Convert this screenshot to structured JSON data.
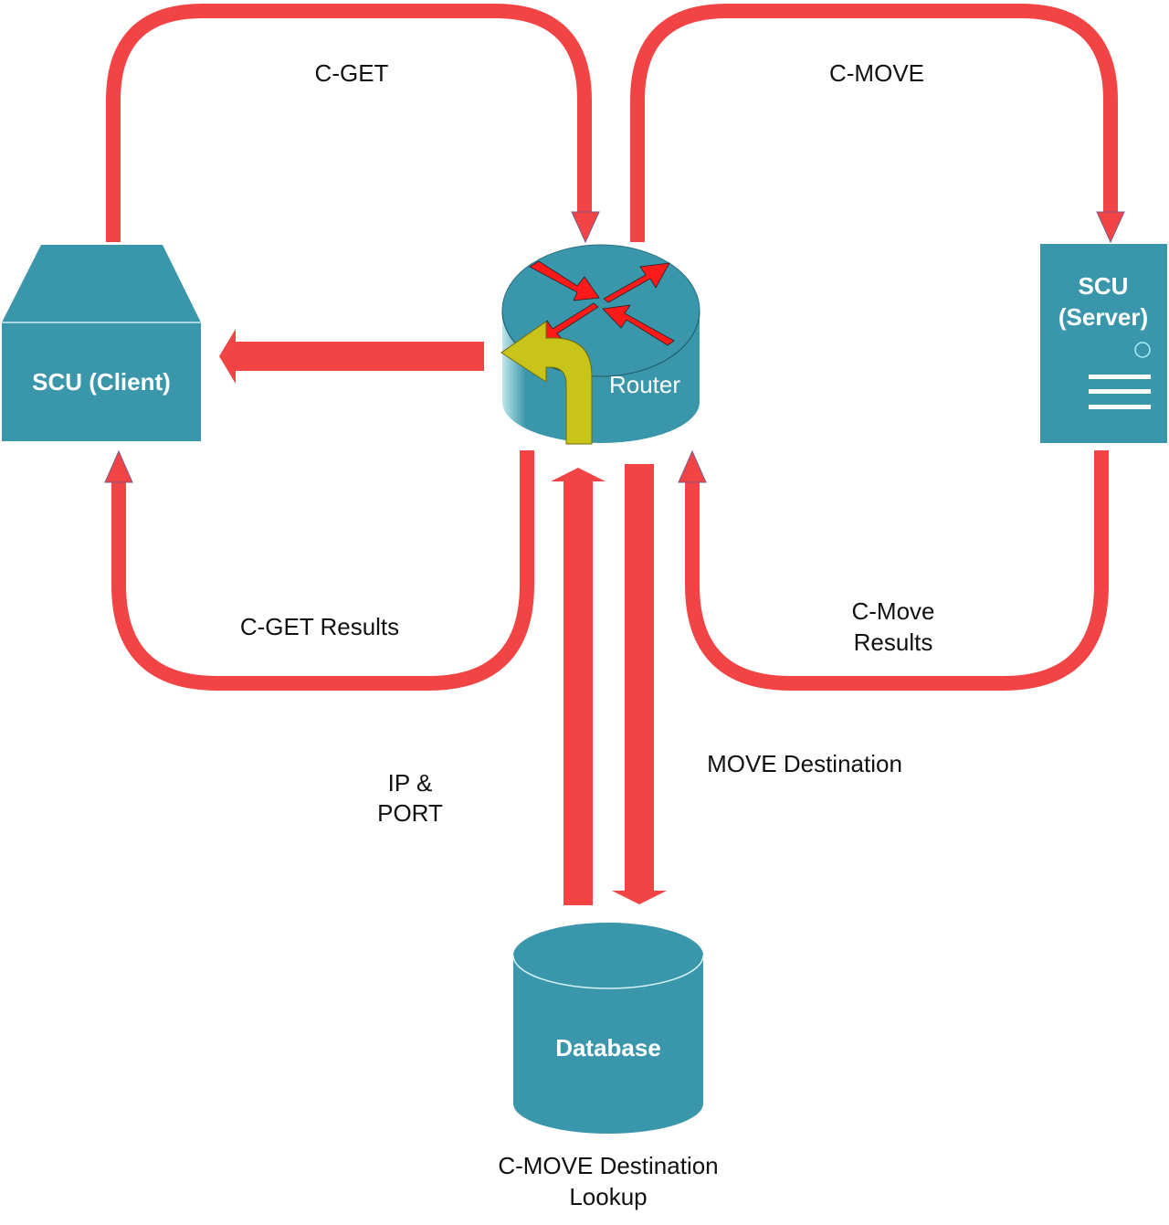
{
  "colors": {
    "node": "#3a96ab",
    "node_dark": "#2e8498",
    "flow": "#f24444",
    "flow_edge": "#7a5a8a",
    "router_arrow": "#ff1a1a",
    "turn_arrow": "#c9c41a",
    "text": "#111111",
    "node_text": "#ffffff"
  },
  "nodes": {
    "client": {
      "label": "SCU (Client)",
      "icon": "workstation-icon"
    },
    "router": {
      "label": "Router",
      "icon": "router-icon"
    },
    "server": {
      "label_line1": "SCU",
      "label_line2": "(Server)",
      "icon": "server-icon"
    },
    "database": {
      "label": "Database",
      "icon": "database-icon"
    }
  },
  "flows": {
    "c_get": {
      "label": "C-GET",
      "from": "client",
      "to": "router"
    },
    "c_move": {
      "label": "C-MOVE",
      "from": "router",
      "to": "server"
    },
    "c_get_results": {
      "label": "C-GET Results",
      "from": "router",
      "to": "client"
    },
    "c_move_results": {
      "label_line1": "C-Move",
      "label_line2": "Results",
      "from": "server",
      "to": "router"
    },
    "router_to_client": {
      "label": "",
      "from": "router",
      "to": "client"
    },
    "ip_port": {
      "label_line1": "IP &",
      "label_line2": "PORT",
      "from": "database",
      "to": "router"
    },
    "move_destination": {
      "label": "MOVE Destination",
      "from": "router",
      "to": "database"
    }
  },
  "captions": {
    "database_caption_line1": "C-MOVE Destination",
    "database_caption_line2": "Lookup"
  }
}
